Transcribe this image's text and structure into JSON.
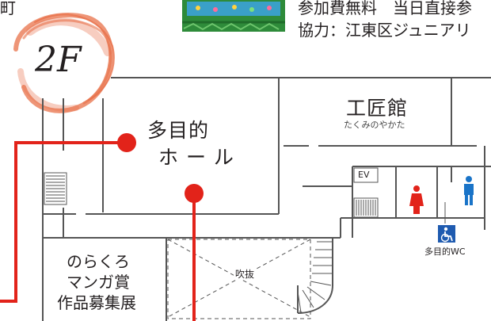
{
  "floor": {
    "label": "2F"
  },
  "top_left_fragment": "町",
  "notice": {
    "line1": "参加費無料　当日直接参",
    "line2": "協力：江東区ジュニアリ"
  },
  "rooms": {
    "multipurpose_hall": {
      "line1": "多目的",
      "line2": "ホ ー ル"
    },
    "craft_hall": {
      "name": "工匠館",
      "reading": "たくみのやかた"
    },
    "elevator": "EV",
    "atrium": "吹抜",
    "manga_exhibit": {
      "line1": "のらくろ",
      "line2": "マンガ賞",
      "line3": "作品募集展"
    }
  },
  "facilities": {
    "accessible_wc_label": "多目的WC",
    "icons": [
      "female-restroom-icon",
      "male-restroom-icon",
      "wheelchair-accessible-icon"
    ]
  },
  "colors": {
    "route_red": "#e2231a",
    "floor_badge": "#e8714a",
    "wall": "#555555",
    "female_icon": "#e2231a",
    "male_icon": "#1a74c8",
    "accessible_icon": "#1f5bb0",
    "banner_green": "#2e8b3a"
  }
}
